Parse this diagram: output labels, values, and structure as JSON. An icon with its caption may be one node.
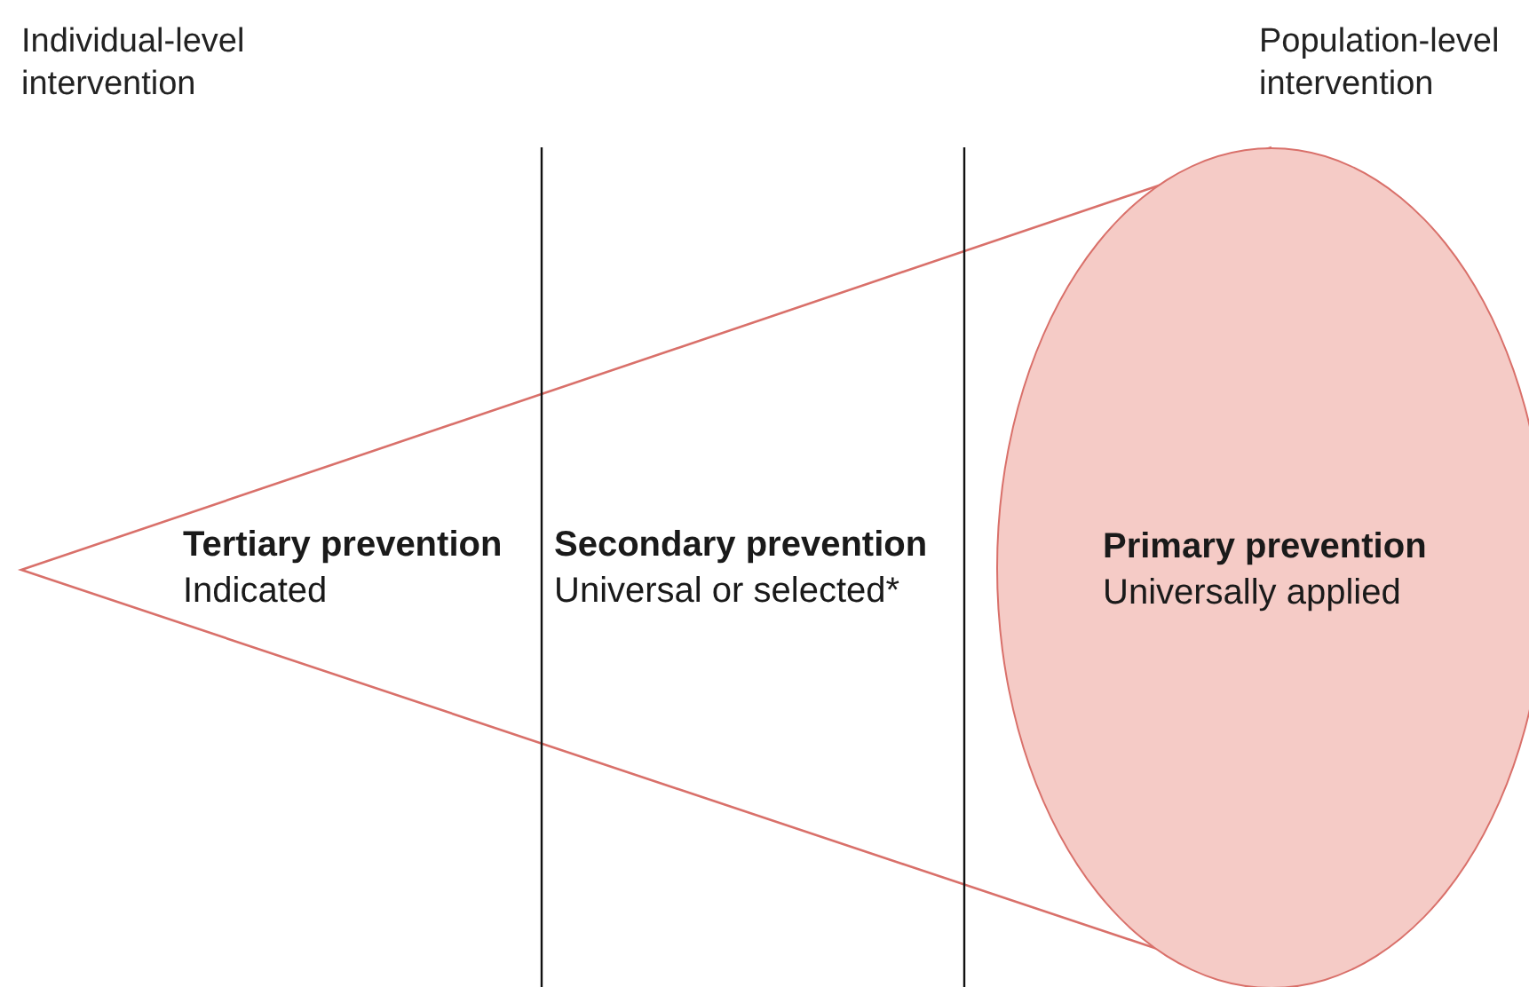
{
  "diagram": {
    "nodes": [
      {
        "text": [
          "Tertiary prevention",
          "Indicated"
        ]
      },
      {
        "text": [
          "Secondary prevention",
          "Universal or selected*"
        ]
      },
      {
        "text": [
          "Primary prevention",
          "Universally applied"
        ]
      }
    ],
    "labels": [
      "Individual-level intervention",
      "Population-level intervention"
    ]
  }
}
